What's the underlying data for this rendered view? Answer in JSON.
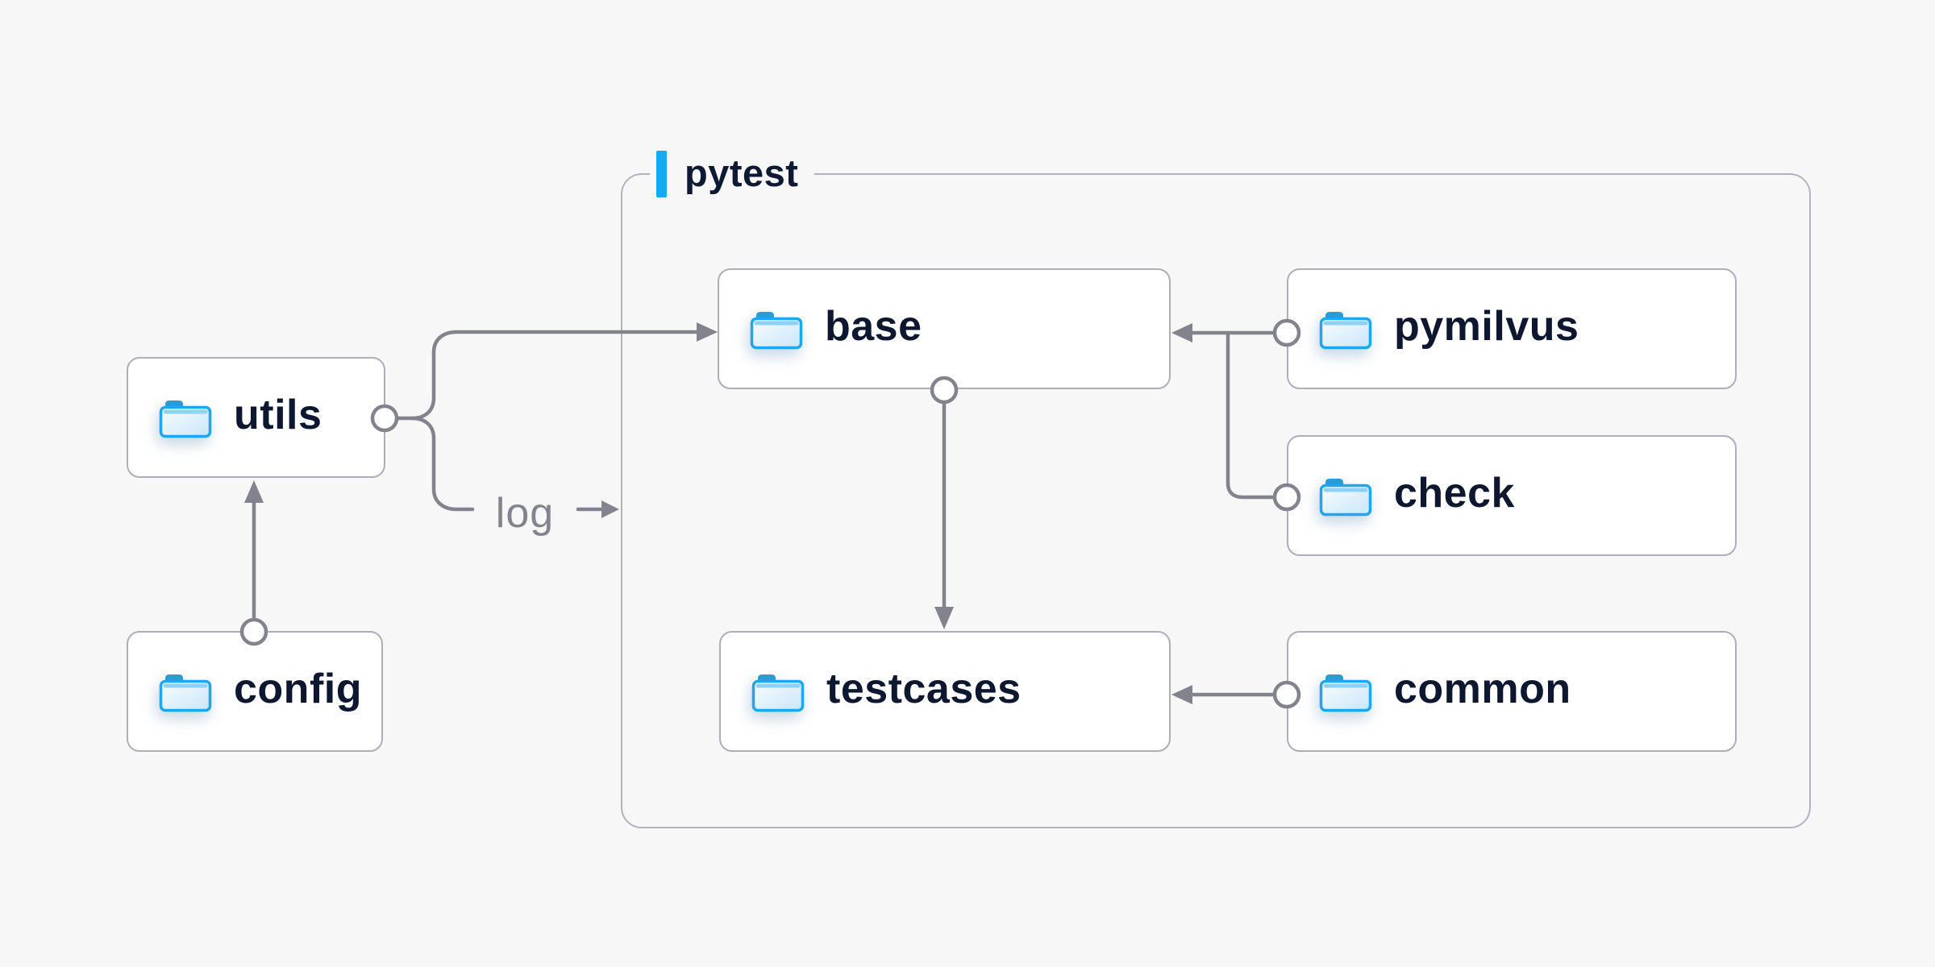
{
  "diagram": {
    "background": "#f7f7f8",
    "container": {
      "label": "pytest",
      "accent_color": "#14a9f1"
    },
    "nodes": [
      {
        "id": "utils",
        "label": "utils"
      },
      {
        "id": "config",
        "label": "config"
      },
      {
        "id": "base",
        "label": "base"
      },
      {
        "id": "pymilvus",
        "label": "pymilvus"
      },
      {
        "id": "check",
        "label": "check"
      },
      {
        "id": "testcases",
        "label": "testcases"
      },
      {
        "id": "common",
        "label": "common"
      }
    ],
    "edge_label": "log",
    "edges": [
      {
        "from": "config",
        "to": "utils"
      },
      {
        "from": "utils",
        "to": "base"
      },
      {
        "from": "utils",
        "to": "log"
      },
      {
        "from": "pymilvus",
        "to": "base"
      },
      {
        "from": "check",
        "to": "base"
      },
      {
        "from": "base",
        "to": "testcases"
      },
      {
        "from": "common",
        "to": "testcases"
      }
    ],
    "colors": {
      "line_gray": "#83838d",
      "box_border": "#aeaeb9",
      "container_border": "#b3b3bf",
      "text_dark": "#0d1830",
      "accent_blue": "#14a9f1",
      "folder_stroke": "#1ea7ee",
      "folder_tab": "#2b9bd7"
    }
  }
}
